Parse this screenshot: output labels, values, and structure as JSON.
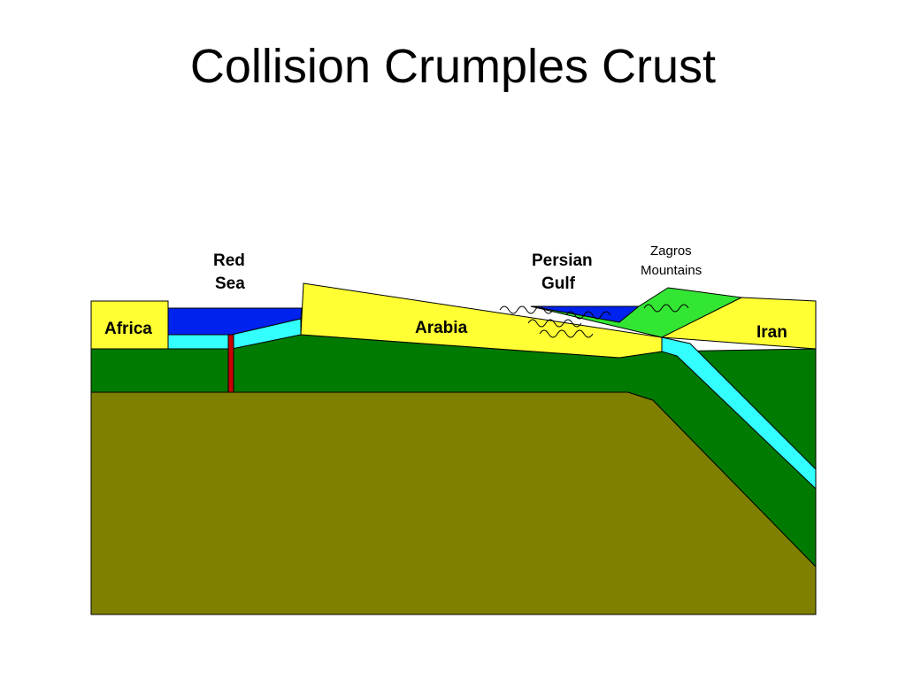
{
  "title": "Collision Crumples Crust",
  "labels": {
    "red_sea": [
      "Red",
      "Sea"
    ],
    "africa": "Africa",
    "arabia": "Arabia",
    "persian_gulf": [
      "Persian",
      "Gulf"
    ],
    "zagros": [
      "Zagros",
      "Mountains"
    ],
    "iran": "Iran"
  },
  "colors": {
    "mantle": "#808000",
    "lithosphere": "#007A00",
    "continental_crust": "#FFFF33",
    "oceanic_crust": "#33FFFF",
    "sea_water": "#0022EE",
    "mountains": "#33E633",
    "rift": "#CC0000",
    "outline": "#000000"
  }
}
